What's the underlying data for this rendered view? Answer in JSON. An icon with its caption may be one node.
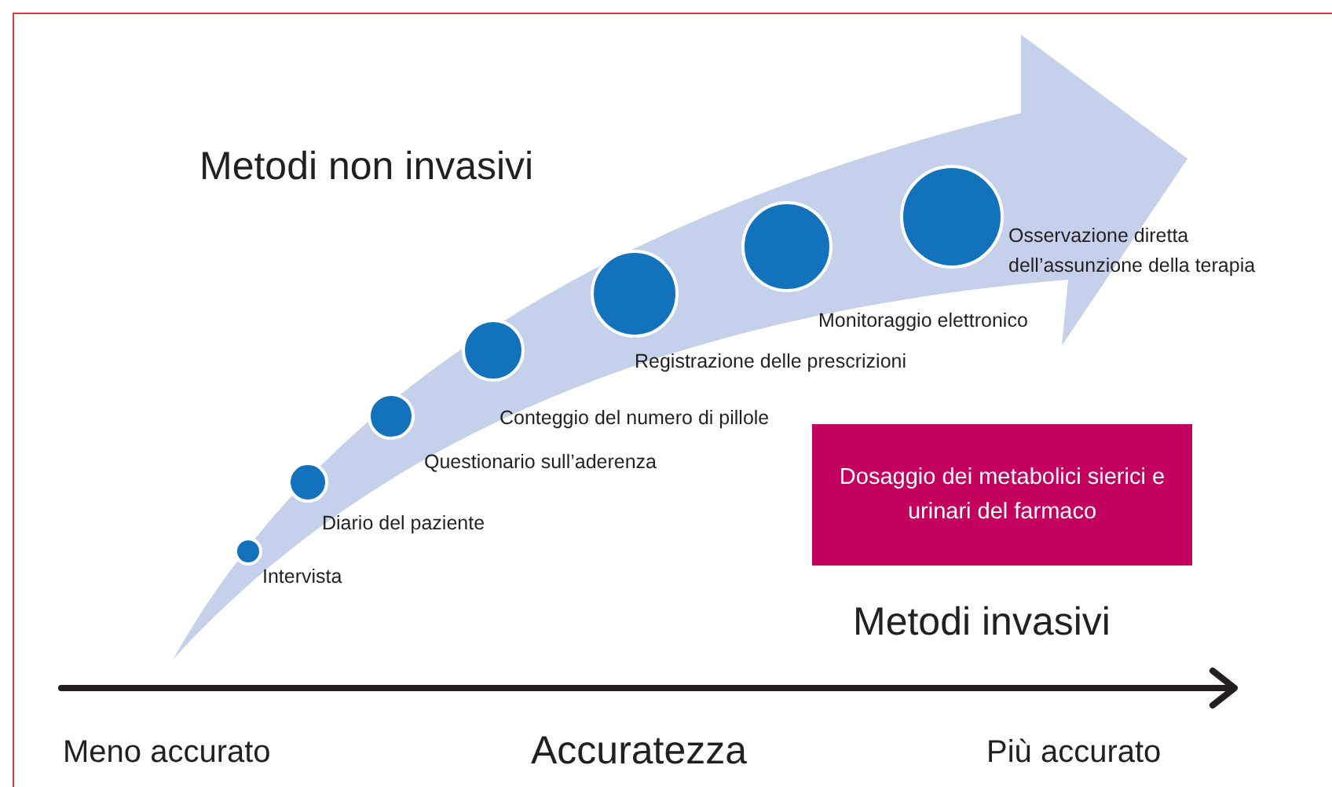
{
  "diagram": {
    "nodes": [
      {
        "text": [],
        "shape": "circle",
        "beside": [
          "Intervista"
        ]
      },
      {
        "text": [],
        "shape": "circle",
        "beside": [
          "Diario del paziente"
        ]
      },
      {
        "text": [],
        "shape": "circle",
        "beside": [
          "Questionario sull’aderenza"
        ]
      },
      {
        "text": [],
        "shape": "circle",
        "beside": [
          "Conteggio del numero di pillole"
        ]
      },
      {
        "text": [],
        "shape": "circle",
        "beside": [
          "Registrazione delle prescrizioni"
        ]
      },
      {
        "text": [],
        "shape": "circle",
        "beside": [
          "Monitoraggio elettronico"
        ]
      },
      {
        "text": [],
        "shape": "circle",
        "beside": [
          "Osservazione diretta dell’assunzione della terapia"
        ]
      },
      {
        "text": [
          "Dosaggio dei metabolici sierici e urinari del farmaco"
        ]
      }
    ],
    "labels": [
      "Metodi non invasivi",
      "Metodi invasivi",
      "Meno accurato",
      "Accuratezza",
      "Più accurato"
    ]
  }
}
